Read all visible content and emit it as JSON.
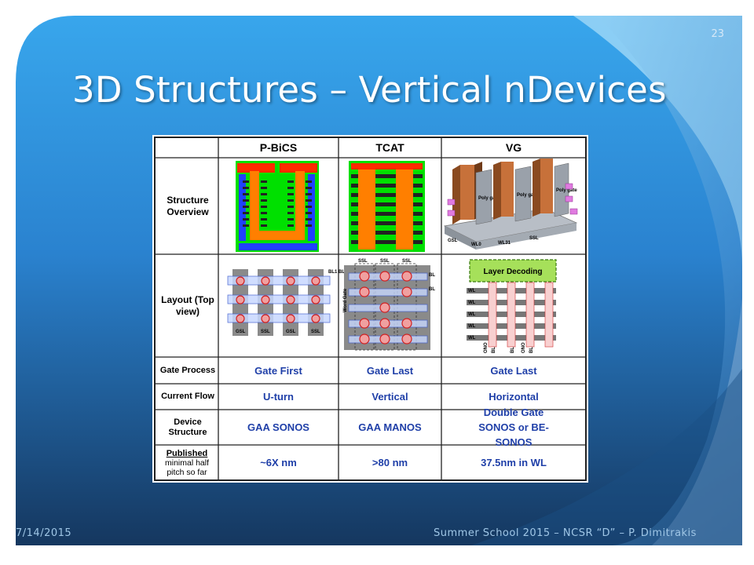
{
  "slide": {
    "title": "3D Structures – Vertical nDevices",
    "page_number": "23",
    "footer_date": "7/14/2015",
    "footer_text": "Summer School 2015 – NCSR “D” – P. Dimitrakis"
  },
  "table": {
    "columns": [
      "P-BiCS",
      "TCAT",
      "VG"
    ],
    "rows": [
      {
        "label": "Structure Overview",
        "values": [
          "",
          "",
          ""
        ]
      },
      {
        "label": "Layout (Top view)",
        "values": [
          "",
          "",
          ""
        ]
      },
      {
        "label": "Gate Process",
        "values": [
          "Gate First",
          "Gate Last",
          "Gate Last"
        ]
      },
      {
        "label": "Current Flow",
        "values": [
          "U-turn",
          "Vertical",
          "Horizontal"
        ]
      },
      {
        "label": "Device Structure",
        "values": [
          "GAA SONOS",
          "GAA MANOS",
          "Double Gate SONOS or BE-SONOS"
        ]
      },
      {
        "label_bold": "Published",
        "label_rest": "minimal half pitch so far",
        "values": [
          "~6X nm",
          ">80 nm",
          "37.5nm in WL"
        ]
      }
    ]
  },
  "diagram_labels": {
    "vg_gate": "Poly gate",
    "vg_gsl": "GSL",
    "vg_ssl": "SSL",
    "vg_wl0": "WL0",
    "vg_wl31": "WL31",
    "tcat_ssl": "SSL",
    "tcat_bl": "BL",
    "tcat_word": "Word Gate",
    "pbics_gsl": "GSL",
    "pbics_ssl": "SSL",
    "pbics_bl": "BL1 BL",
    "layer_decoding": "Layer Decoding",
    "wl": "WL",
    "bl": "BL",
    "ono": "ONO"
  },
  "colors": {
    "accent_blue": "#1f3fa8",
    "slide_blue": "#2f8fdc"
  }
}
